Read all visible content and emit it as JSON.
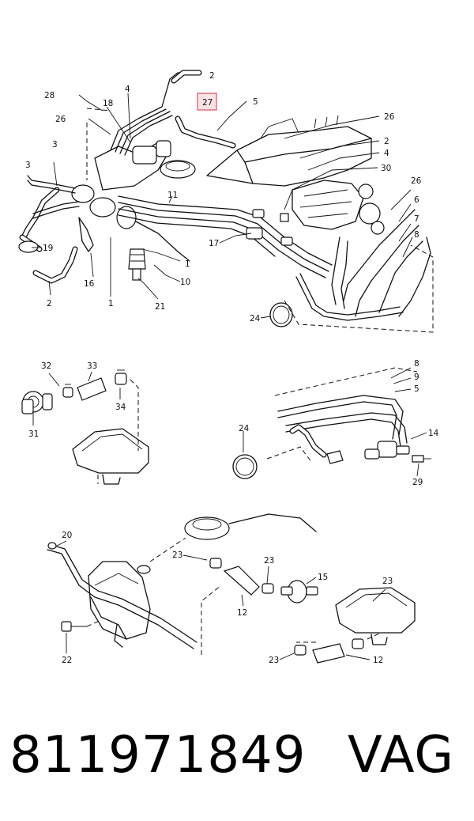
{
  "callouts": {
    "c1": "1",
    "c2": "2",
    "c3": "3",
    "c4": "4",
    "c5": "5",
    "c6": "6",
    "c7": "7",
    "c8": "8",
    "c9": "9",
    "c10": "10",
    "c11": "11",
    "c12": "12",
    "c14": "14",
    "c15": "15",
    "c16": "16",
    "c17": "17",
    "c18": "18",
    "c19": "19",
    "c20": "20",
    "c21": "21",
    "c22": "22",
    "c23": "23",
    "c24": "24",
    "c26": "26",
    "c27": "27",
    "c28": "28",
    "c29": "29",
    "c30": "30",
    "c31": "31",
    "c32": "32",
    "c33": "33",
    "c34": "34"
  },
  "highlight": {
    "label": "27",
    "color": "#e05a6a"
  },
  "footer": {
    "part_number": "811971849",
    "brand": "VAG"
  }
}
